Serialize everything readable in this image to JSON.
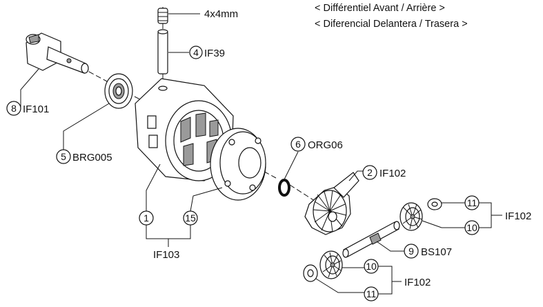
{
  "title_lines": [
    "< Différentiel Avant / Arrière >",
    "< Diferencial Delantera / Trasera >"
  ],
  "callouts": {
    "screw": {
      "size": "4x4mm"
    },
    "pin": {
      "num": "4",
      "code": "IF39"
    },
    "shaft": {
      "num": "8",
      "code": "IF101"
    },
    "bearing": {
      "num": "5",
      "code": "BRG005"
    },
    "oring": {
      "num": "6",
      "code": "ORG06"
    },
    "crown_gear": {
      "num": "2",
      "code": "IF102"
    },
    "housing": {
      "num": "1"
    },
    "cover": {
      "num": "15"
    },
    "housing_set": {
      "code": "IF103"
    },
    "cross_pin": {
      "num": "9",
      "code": "BS107"
    },
    "upper_washer": {
      "num": "11"
    },
    "upper_gear": {
      "num": "10"
    },
    "upper_set": {
      "code": "IF102"
    },
    "lower_gear": {
      "num": "10"
    },
    "lower_washer": {
      "num": "11"
    },
    "lower_set": {
      "code": "IF102"
    }
  }
}
